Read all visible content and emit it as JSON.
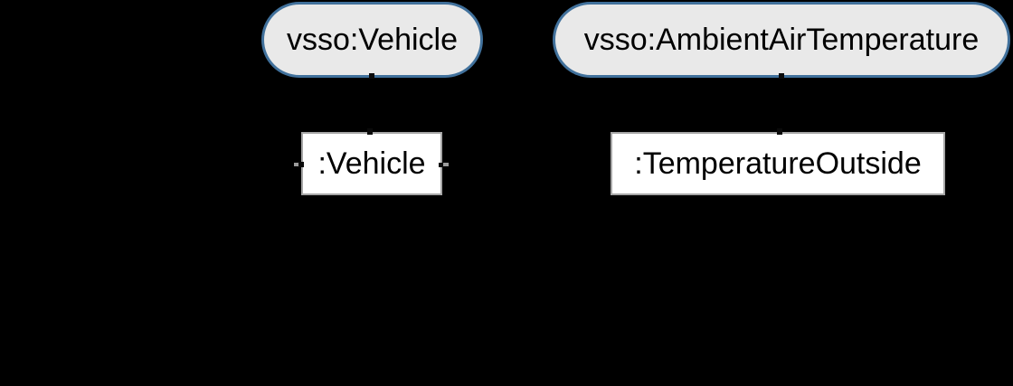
{
  "diagram": {
    "description": "RDF ontology mapping diagram on black background",
    "background_color": "#000000",
    "text_color": "#000000",
    "class_nodes": [
      {
        "label": "vsso:Vehicle",
        "shape": "stadium",
        "fill": "#e9e9e9",
        "border_color": "#41719c"
      },
      {
        "label": "vsso:AmbientAirTemperature",
        "shape": "stadium",
        "fill": "#e9e9e9",
        "border_color": "#41719c"
      }
    ],
    "instance_nodes": [
      {
        "label": ":Vehicle",
        "shape": "rectangle",
        "fill": "#ffffff",
        "border_color": "#a6a6a6"
      },
      {
        "label": ":TemperatureOutside",
        "shape": "rectangle",
        "fill": "#ffffff",
        "border_color": "#a6a6a6"
      }
    ]
  }
}
